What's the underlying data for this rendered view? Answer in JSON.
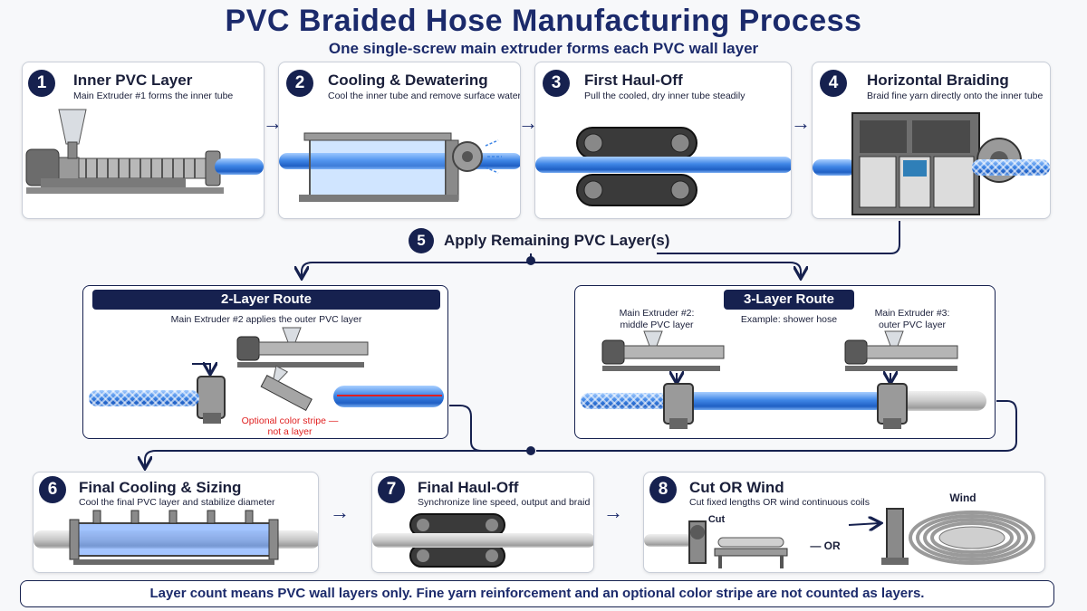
{
  "title": "PVC Braided Hose Manufacturing Process",
  "subtitle": "One single-screw main extruder forms each PVC wall layer",
  "steps": [
    {
      "num": "1",
      "title": "Inner PVC Layer",
      "desc": "Main Extruder #1 forms the inner tube"
    },
    {
      "num": "2",
      "title": "Cooling & Dewatering",
      "desc": "Cool the inner tube and remove surface water"
    },
    {
      "num": "3",
      "title": "First Haul-Off",
      "desc": "Pull the cooled, dry inner tube steadily"
    },
    {
      "num": "4",
      "title": "Horizontal Braiding",
      "desc": "Braid fine yarn directly onto the inner tube"
    },
    {
      "num": "5",
      "title": "Apply Remaining PVC Layer(s)"
    },
    {
      "num": "6",
      "title": "Final Cooling & Sizing",
      "desc": "Cool the final PVC layer and stabilize diameter"
    },
    {
      "num": "7",
      "title": "Final Haul-Off",
      "desc": "Synchronize line speed, output and braid pitch"
    },
    {
      "num": "8",
      "title": "Cut OR Wind",
      "desc": "Cut fixed lengths OR wind continuous coils"
    }
  ],
  "route2": {
    "title": "2-Layer Route",
    "desc": "Main Extruder #2 applies the outer PVC layer",
    "stripe_note_1": "Optional color stripe —",
    "stripe_note_2": "not a layer"
  },
  "route3": {
    "title": "3-Layer Route",
    "example": "Example: shower hose",
    "ext2_line1": "Main Extruder #2:",
    "ext2_line2": "middle PVC layer",
    "ext3_line1": "Main Extruder #3:",
    "ext3_line2": "outer PVC layer"
  },
  "step8_labels": {
    "cut": "Cut",
    "or": "— OR",
    "wind": "Wind"
  },
  "footer": "Layer count means PVC wall layers only.  Fine yarn reinforcement and an optional color stripe are not counted as layers.",
  "colors": {
    "navy": "#16214f",
    "pipe_blue": "#3f86e6",
    "stripe_red": "#e02020"
  }
}
